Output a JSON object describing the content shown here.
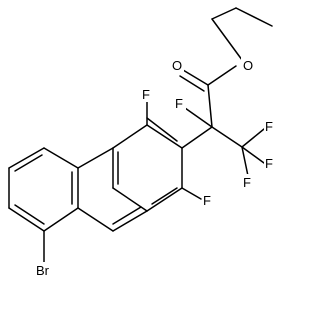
{
  "structure": {
    "atoms": {
      "O_carbonyl": "O",
      "O_ester": "O",
      "F_alpha": "F",
      "F_cf3_top": "F",
      "F_cf3_right": "F",
      "F_cf3_left": "F",
      "F_ring_top": "F",
      "F_ring_bottom": "F",
      "Br": "Br"
    }
  }
}
